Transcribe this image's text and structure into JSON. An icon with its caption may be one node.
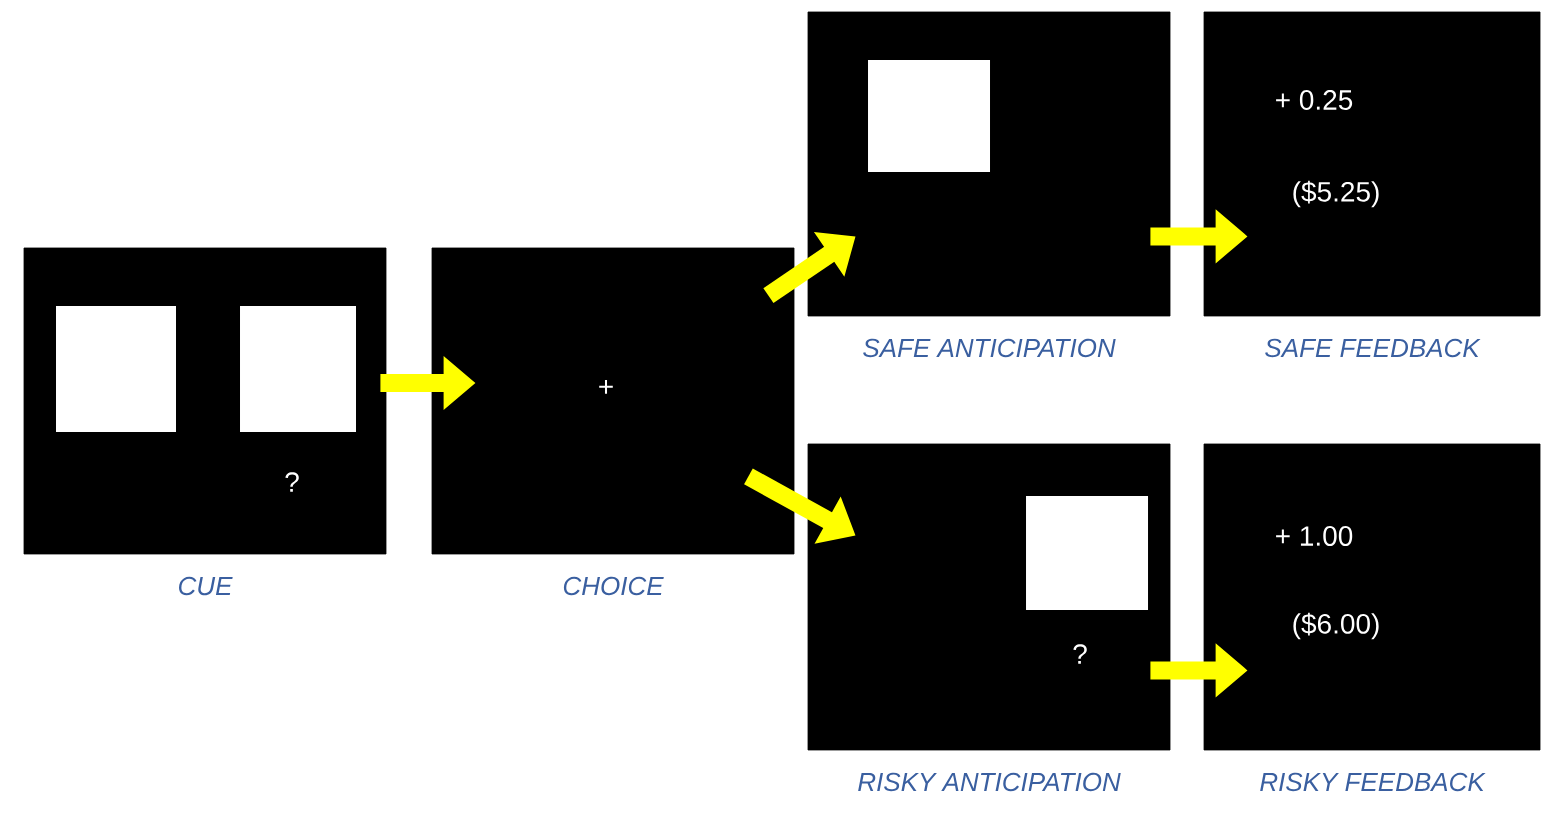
{
  "diagram": {
    "nodes": [
      {
        "text": [
          "?"
        ],
        "beside": [
          "CUE"
        ]
      },
      {
        "text": [
          "+"
        ],
        "beside": [
          "CHOICE"
        ]
      },
      {
        "text": [],
        "shape": "box",
        "beside": [
          "SAFE ANTICIPATION"
        ]
      },
      {
        "text": [
          "+ 0.25",
          "($5.25)"
        ],
        "beside": [
          "SAFE FEEDBACK"
        ]
      },
      {
        "text": [
          "?"
        ],
        "beside": [
          "RISKY ANTICIPATION"
        ]
      },
      {
        "text": [
          "+ 1.00",
          "($6.00)"
        ],
        "beside": [
          "RISKY FEEDBACK"
        ]
      }
    ],
    "edges": [
      {
        "from": 0,
        "to": 1,
        "arrow": "to"
      },
      {
        "from": 1,
        "to": 2,
        "arrow": "to"
      },
      {
        "from": 1,
        "to": 4,
        "arrow": "to"
      },
      {
        "from": 2,
        "to": 3,
        "arrow": "to"
      },
      {
        "from": 4,
        "to": 5,
        "arrow": "to"
      }
    ]
  }
}
